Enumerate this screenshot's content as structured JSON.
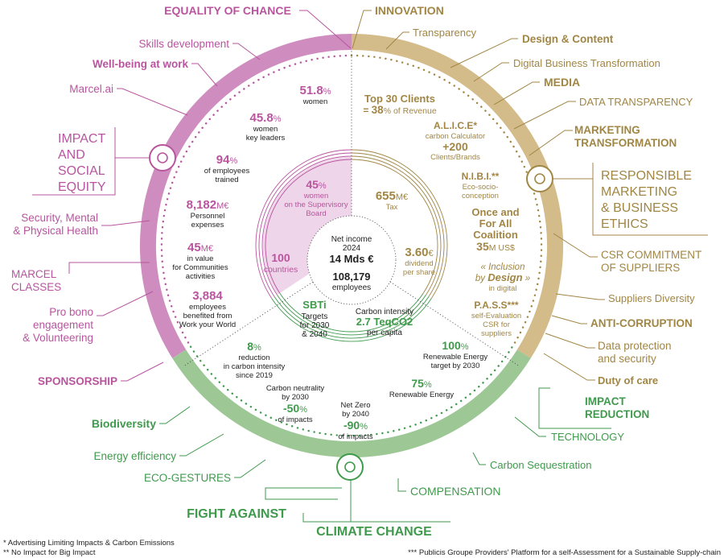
{
  "colors": {
    "pink": "#cf8dbf",
    "pink_text": "#b8559e",
    "gold": "#d3bb8a",
    "gold_text": "#a18644",
    "green": "#9dc896",
    "green_text": "#3f9a4c",
    "dark": "#222222"
  },
  "pillars": {
    "equality": {
      "title": "EQUALITY OF CHANCE",
      "pillar": [
        "IMPACT",
        "AND",
        "SOCIAL",
        "EQUITY"
      ]
    },
    "innovation": {
      "title": "INNOVATION",
      "pillar": [
        "RESPONSIBLE",
        "MARKETING",
        "& BUSINESS",
        "ETHICS"
      ]
    },
    "climate": {
      "title": [
        "FIGHT AGAINST",
        "CLIMATE CHANGE"
      ],
      "pillar": [
        "IMPACT",
        "REDUCTION"
      ]
    }
  },
  "left_labels": {
    "skills": "Skills development",
    "wellbeing": "Well-being at work",
    "marcel_ai": "Marcel.ai",
    "security": [
      "Security, Mental",
      "& Physical Health"
    ],
    "classes": [
      "MARCEL",
      "CLASSES"
    ],
    "probono": [
      "Pro bono",
      "engagement",
      "& Volunteering"
    ],
    "sponsorship": "SPONSORSHIP",
    "biodiversity": "Biodiversity",
    "energy": "Energy efficiency",
    "ecogestures": "ECO-GESTURES"
  },
  "right_labels": {
    "transparency": "Transparency",
    "design": "Design & Content",
    "digital": "Digital Business Transformation",
    "media": "MEDIA",
    "data_transparency": "DATA TRANSPARENCY",
    "marketing": [
      "MARKETING",
      "TRANSFORMATION"
    ],
    "csr": [
      "CSR COMMITMENT",
      "OF SUPPLIERS"
    ],
    "suppliers": "Suppliers Diversity",
    "anticorruption": "ANTI-CORRUPTION",
    "dataprotection": [
      "Data protection",
      "and security"
    ],
    "duty": "Duty of care",
    "technology": "TECHNOLOGY",
    "sequestration": "Carbon Sequestration",
    "compensation": "COMPENSATION"
  },
  "social_stats": {
    "women": {
      "value": "51.8",
      "unit": "%",
      "label": "women"
    },
    "leaders": {
      "value": "45.8",
      "unit": "%",
      "label": [
        "women",
        "key leaders"
      ]
    },
    "trained": {
      "value": "94",
      "unit": "%",
      "label": [
        "of employees",
        "trained"
      ]
    },
    "personnel": {
      "value": "8,182",
      "unit": "M€",
      "label": [
        "Personnel",
        "expenses"
      ]
    },
    "communities": {
      "value": "45",
      "unit": "M€",
      "label": [
        "in value",
        "for Communities",
        "activities"
      ]
    },
    "benefited": {
      "value": "3,884",
      "label": [
        "employees",
        "benefited from",
        "Work your World"
      ]
    }
  },
  "innovation_stats": {
    "top30": {
      "line1": "Top 30 Clients",
      "prefix": "= ",
      "value": "38",
      "suffix": "% of Revenue"
    },
    "alice": {
      "name": "A.L.I.C.E*",
      "label": "carbon Calculator",
      "value": "+200",
      "sub": "Clients/Brands"
    },
    "nibi": {
      "name": "N.I.B.I.**",
      "label": [
        "Eco-socio-",
        "conception"
      ]
    },
    "tax": {
      "value": "655",
      "unit": "M€",
      "label": "Tax"
    },
    "coalition": {
      "title": [
        "Once and",
        "For All",
        "Coalition"
      ],
      "value": "35",
      "unit": "M US$"
    },
    "dividend": {
      "value": "3.60",
      "unit": "€",
      "label": [
        "dividend",
        "per share"
      ]
    },
    "inclusion": {
      "open": "« Inclusion",
      "by": "by ",
      "design": "Design",
      "close": " »",
      "sub": "in digital"
    },
    "pass": {
      "name": "P.A.S.S***",
      "label": [
        "self-Evaluation",
        "CSR for",
        "suppliers"
      ]
    }
  },
  "center": {
    "income_label": [
      "Net income",
      "2024"
    ],
    "income_value": "14 Mds €",
    "employees_value": "108,179",
    "employees_label": "employees",
    "board": {
      "value": "45",
      "unit": "%",
      "label": [
        "women",
        "on the Supervisory",
        "Board"
      ]
    },
    "countries": {
      "value": "100",
      "label": "countries"
    },
    "sbti": {
      "title": "SBTi",
      "label": [
        "Targets",
        "for 2030",
        "& 2040"
      ]
    },
    "intensity": {
      "label": "Carbon intensity",
      "value": "2.7 TeqCO2",
      "sub": "per capita"
    }
  },
  "climate_stats": {
    "reduction": {
      "value": "8",
      "unit": "%",
      "label": [
        "reduction",
        "in carbon intensity",
        "since 2019"
      ]
    },
    "renewable_target": {
      "value": "100",
      "unit": "%",
      "label": [
        "Renewable Energy",
        "target by 2030"
      ]
    },
    "renewable": {
      "value": "75",
      "unit": "%",
      "label": "Renewable Energy"
    },
    "neutrality": {
      "label": [
        "Carbon neutrality",
        "by 2030"
      ],
      "value": "-50",
      "unit": "%",
      "sub": "of impacts"
    },
    "netzero": {
      "label": [
        "Net Zero",
        "by 2040"
      ],
      "value": "-90",
      "unit": "%",
      "sub": "of impacts"
    }
  },
  "footnotes": {
    "f1": "* Advertising Limiting Impacts & Carbon Emissions",
    "f2": "** No Impact for Big Impact",
    "f3": "*** Publicis Groupe Providers' Platform for a self-Assessment for a Sustainable Supply-chain"
  }
}
